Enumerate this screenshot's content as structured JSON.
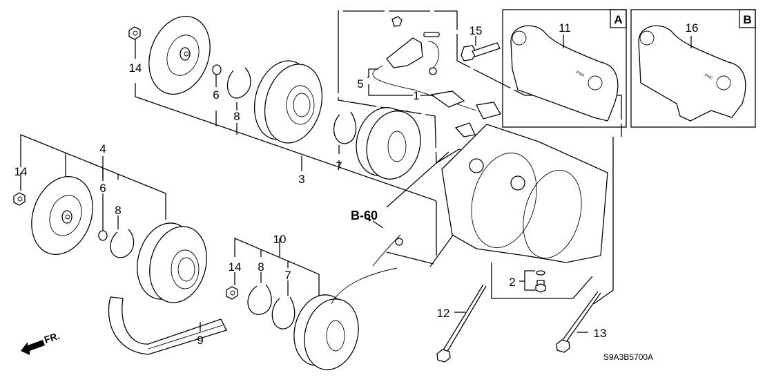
{
  "diagram": {
    "title": "A/C Compressor Assembly (Parts Diagram)",
    "code": "S9A3B5700A",
    "front_indicator": "FR.",
    "reference": "B-60",
    "inset_a": {
      "tag": "A",
      "part_number": "11",
      "stamp": "PNA"
    },
    "inset_b": {
      "tag": "B",
      "part_number": "16",
      "stamp": "PNC"
    },
    "callouts": {
      "c1": "1",
      "c2": "2",
      "c3": "3",
      "c4": "4",
      "c5": "5",
      "c6_top": "6",
      "c6_left": "6",
      "c7_top": "7",
      "c7_bottom": "7",
      "c8_top": "8",
      "c8_left": "8",
      "c8_bottom": "8",
      "c9": "9",
      "c10": "10",
      "c12": "12",
      "c13": "13",
      "c14_top": "14",
      "c14_left": "14",
      "c14_bottom": "14",
      "c15": "15"
    }
  }
}
